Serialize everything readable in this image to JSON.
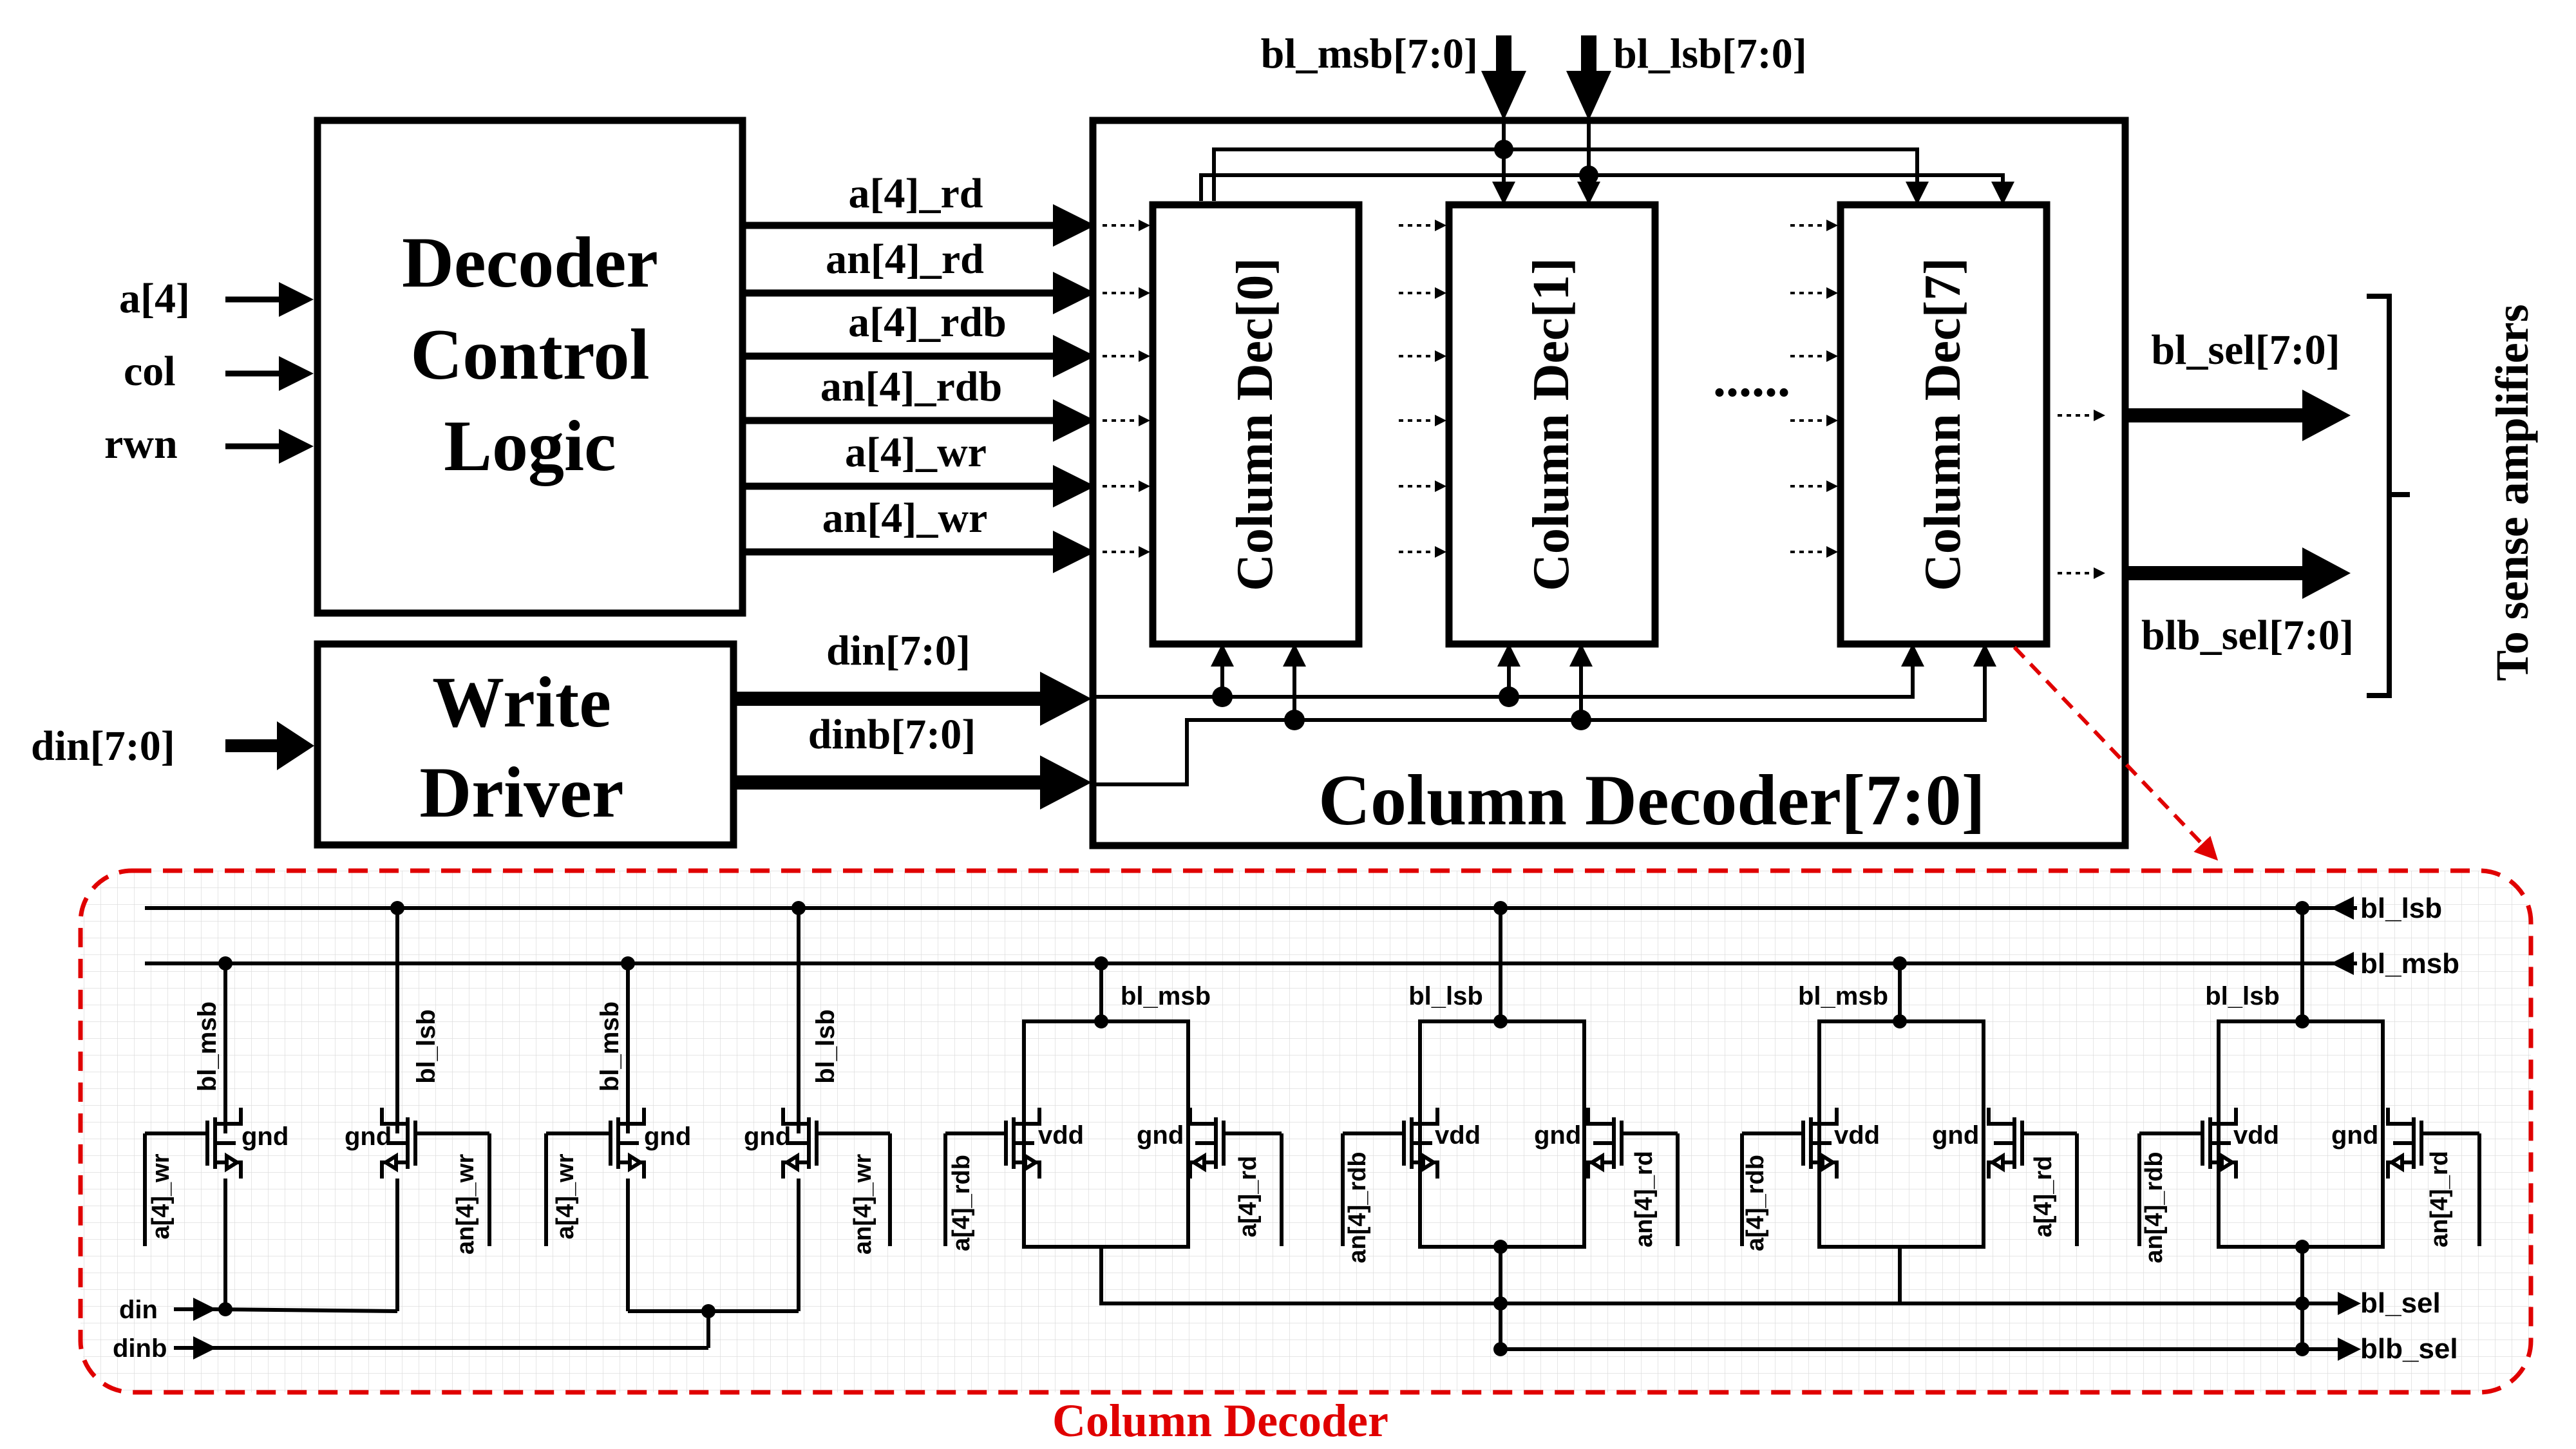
{
  "blocks": {
    "decoder_control_logic": [
      "Decoder",
      "Control",
      "Logic"
    ],
    "write_driver": [
      "Write",
      "Driver"
    ],
    "column_decoder_array": "Column Decoder[7:0]",
    "column_decs": [
      "Column Dec[0]",
      "Column Dec[1]",
      "Column Dec[7]"
    ],
    "ellipsis": "......"
  },
  "inputs": {
    "a4": "a[4]",
    "col": "col",
    "rwn": "rwn",
    "din": "din[7:0]"
  },
  "control_signals": [
    "a[4]_rd",
    "an[4]_rd",
    "a[4]_rdb",
    "an[4]_rdb",
    "a[4]_wr",
    "an[4]_wr"
  ],
  "data_signals": {
    "din": "din[7:0]",
    "dinb": "dinb[7:0]"
  },
  "top_inputs": {
    "bl_msb": "bl_msb[7:0]",
    "bl_lsb": "bl_lsb[7:0]"
  },
  "outputs": {
    "bl_sel": "bl_sel[7:0]",
    "blb_sel": "blb_sel[7:0]",
    "destination": "To sense amplifiers"
  },
  "schematic": {
    "title": "Column Decoder",
    "rails": {
      "bl_lsb": "bl_lsb",
      "bl_msb": "bl_msb"
    },
    "inputs": {
      "din": "din",
      "dinb": "dinb"
    },
    "outputs": {
      "bl_sel": "bl_sel",
      "blb_sel": "blb_sel"
    },
    "labels": {
      "bl_msb": "bl_msb",
      "bl_lsb": "bl_lsb",
      "gnd": "gnd",
      "vdd": "vdd",
      "a4_wr": "a[4]_wr",
      "an4_wr": "an[4]_wr",
      "a4_rdb": "a[4]_rdb",
      "an4_rdb": "an[4]_rdb",
      "a4_rd": "a[4]_rd",
      "an4_rd": "an[4]_rd"
    }
  },
  "colors": {
    "line": "#000000",
    "highlight": "#e00000",
    "grid": "#dddddd"
  }
}
